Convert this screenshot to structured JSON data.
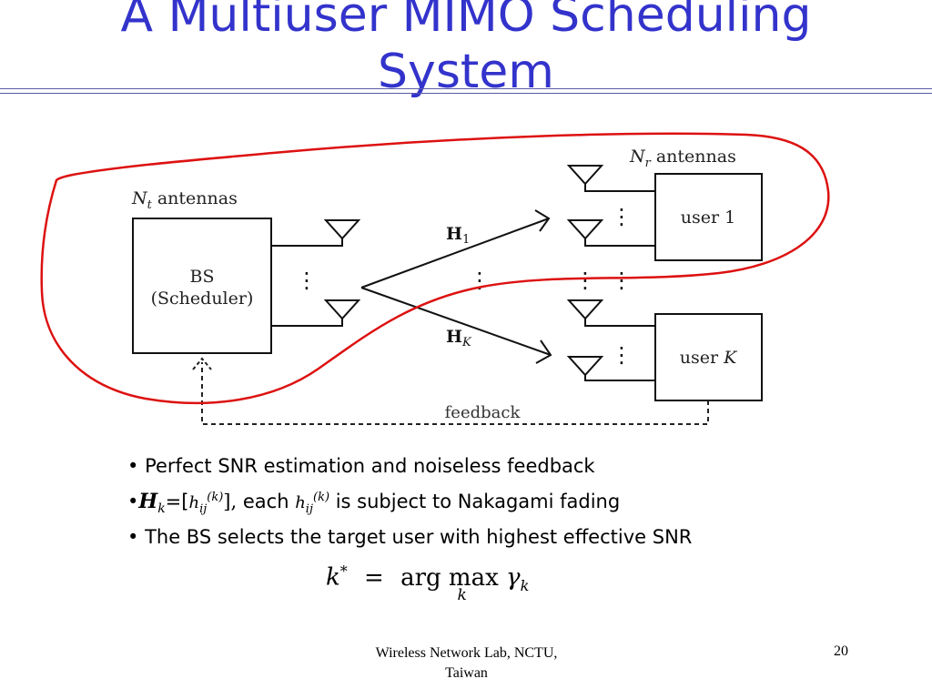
{
  "slide": {
    "title_line1": "A Multiuser MIMO Scheduling",
    "title_line2": "System"
  },
  "diagram": {
    "bs_antennas_sym": "N",
    "bs_antennas_sub": "t",
    "bs_antennas_text": "antennas",
    "bs_label_1": "BS",
    "bs_label_2": "(Scheduler)",
    "user_antennas_sym": "N",
    "user_antennas_sub": "r",
    "user_antennas_text": "antennas",
    "user1_label": "user 1",
    "userk_label_text": "user",
    "userk_label_sym": "K",
    "channel1_sym": "H",
    "channel1_sub": "1",
    "channelk_sym": "H",
    "channelk_sub": "K",
    "feedback_label": "feedback",
    "vdots": "⋮"
  },
  "bullets": {
    "b1": "Perfect SNR estimation and noiseless feedback",
    "b2_H": "H",
    "b2_k": "k",
    "b2_eqopen": "=[",
    "b2_h": "h",
    "b2_ij": "ij",
    "b2_k2": "(k)",
    "b2_close": "],",
    "b2_each": "each",
    "b2_h2": "h",
    "b2_ij2": "ij",
    "b2_k3": "(k)",
    "b2_rest": "is subject to Nakagami fading",
    "b3": "The BS selects the target user with highest effective SNR",
    "bullet_char": "•"
  },
  "equation": {
    "lhs": "k",
    "star": "*",
    "eq": "=",
    "op": "arg max",
    "under": "k",
    "rhs": "γ",
    "rhs_sub": "k"
  },
  "footer": {
    "lab_line1": "Wireless Network Lab, NCTU,",
    "lab_line2": "Taiwan",
    "page_number": "20"
  },
  "colors": {
    "title": "#3333cc",
    "region_outline": "#dd1111",
    "rule": "#5a5aa8"
  }
}
